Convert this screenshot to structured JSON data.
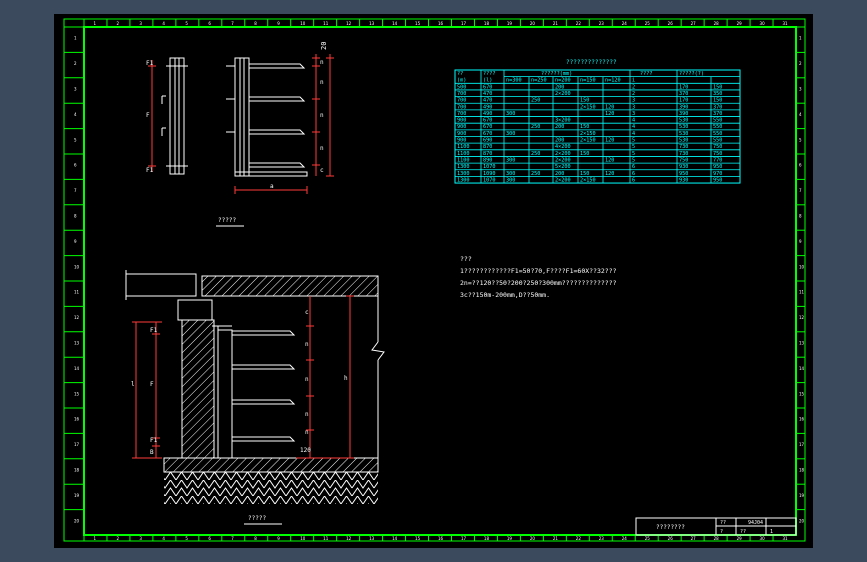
{
  "colors": {
    "outer_bg": "#ffffff",
    "window_bg": "#3b4a5c",
    "paper": "#000000",
    "frame": "#00ff00",
    "drawing": "#ffffff",
    "table": "#00ffff",
    "dim": "#ff3b3b",
    "tick_text": "#ffffff"
  },
  "top_ruler": [
    "1",
    "2",
    "3",
    "4",
    "5",
    "6",
    "7",
    "8",
    "9",
    "10",
    "11",
    "12",
    "13",
    "14",
    "15",
    "16",
    "17",
    "18",
    "19",
    "20",
    "21",
    "22",
    "23",
    "24",
    "25",
    "26",
    "27",
    "28",
    "29",
    "30",
    "31"
  ],
  "side_ruler": [
    "1",
    "2",
    "3",
    "4",
    "5",
    "6",
    "7",
    "8",
    "9",
    "10",
    "11",
    "12",
    "13",
    "14",
    "15",
    "16",
    "17",
    "18",
    "19",
    "20"
  ],
  "side_view": {
    "caption": "?????",
    "top_label": "20",
    "left_labels": [
      "F1",
      "F",
      "F1"
    ],
    "right_labels": [
      "n",
      "n",
      "n",
      "n",
      "c"
    ],
    "bottom_label": "a"
  },
  "section_view": {
    "caption": "?????",
    "left_labels": [
      "F1",
      "F",
      "F1",
      "B"
    ],
    "inner_labels": [
      "c",
      "n",
      "n",
      "n",
      "n",
      "120"
    ],
    "total_labels": [
      "l",
      "h"
    ]
  },
  "table": {
    "title": "??????????????",
    "header1": [
      "??",
      "????",
      "??????(mm)",
      "",
      "",
      "",
      "????",
      "?????(?)",
      ""
    ],
    "header2": [
      "(m)",
      "(l)",
      "n=300",
      "n=250",
      "n=200",
      "n=150",
      "n=120",
      "i",
      "",
      ""
    ],
    "rows": [
      [
        "500",
        "670",
        "",
        "",
        "200",
        "",
        "",
        "2",
        "170",
        "150"
      ],
      [
        "700",
        "470",
        "",
        "",
        "2×200",
        "",
        "",
        "2",
        "370",
        "350"
      ],
      [
        "700",
        "470",
        "",
        "250",
        "",
        "150",
        "",
        "3",
        "170",
        "150"
      ],
      [
        "700",
        "490",
        "",
        "",
        "",
        "2×150",
        "120",
        "3",
        "390",
        "370"
      ],
      [
        "700",
        "490",
        "300",
        "",
        "",
        "",
        "120",
        "3",
        "390",
        "370"
      ],
      [
        "900",
        "670",
        "",
        "",
        "3×200",
        "",
        "",
        "4",
        "530",
        "550"
      ],
      [
        "900",
        "670",
        "",
        "250",
        "200",
        "150",
        "",
        "4",
        "530",
        "550"
      ],
      [
        "900",
        "670",
        "300",
        "",
        "",
        "2×150",
        "",
        "4",
        "530",
        "550"
      ],
      [
        "900",
        "690",
        "",
        "",
        "200",
        "2×150",
        "120",
        "5",
        "530",
        "550"
      ],
      [
        "1100",
        "870",
        "",
        "",
        "4×200",
        "",
        "",
        "5",
        "730",
        "750"
      ],
      [
        "1100",
        "870",
        "",
        "250",
        "2×200",
        "150",
        "",
        "5",
        "730",
        "750"
      ],
      [
        "1100",
        "890",
        "300",
        "",
        "2×200",
        "",
        "120",
        "5",
        "750",
        "770"
      ],
      [
        "1300",
        "1070",
        "",
        "",
        "5×200",
        "",
        "",
        "6",
        "930",
        "950"
      ],
      [
        "1300",
        "1090",
        "300",
        "250",
        "200",
        "150",
        "120",
        "6",
        "950",
        "970"
      ],
      [
        "1300",
        "1070",
        "300",
        "",
        "2×200",
        "2×150",
        "",
        "6",
        "930",
        "950"
      ]
    ]
  },
  "notes": {
    "title": "???",
    "lines": [
      "1????????????F1=50?70,F????F1=60X??32???",
      "2n=??120??50?200?250?300mm??????????????",
      "3c??150m-200mm,D??50mm."
    ]
  },
  "title_block": {
    "name": "????????",
    "cell1": "??",
    "cell2": "94J04",
    "cell3": "?",
    "cell4": "??",
    "cell5": "1"
  }
}
